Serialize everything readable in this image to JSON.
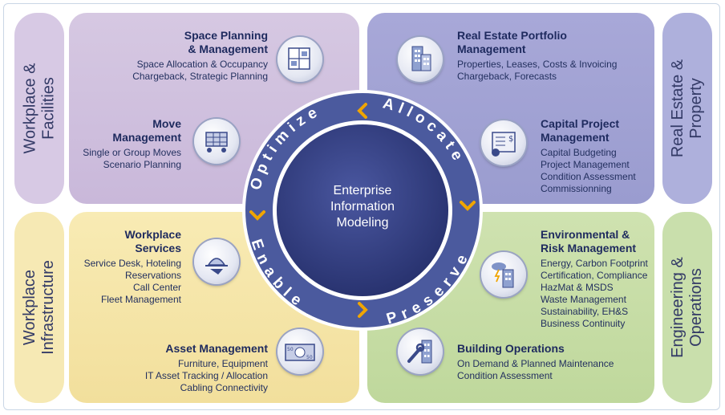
{
  "sides": {
    "top_left": [
      "Workplace &",
      "Facilities"
    ],
    "top_right": [
      "Real Estate &",
      "Property"
    ],
    "bottom_left": [
      "Workplace",
      "Infrastructure"
    ],
    "bottom_right": [
      "Engineering &",
      "Operations"
    ]
  },
  "center": [
    "Enterprise",
    "Information",
    "Modeling"
  ],
  "ring_words": [
    "Optimize",
    "Allocate",
    "Preserve",
    "Enable"
  ],
  "blocks": {
    "space_planning": {
      "title": [
        "Space Planning",
        "& Management"
      ],
      "desc": [
        "Space Allocation & Occupancy",
        "Chargeback, Strategic Planning"
      ]
    },
    "move": {
      "title": [
        "Move",
        "Management"
      ],
      "desc": [
        "Single or Group Moves",
        "Scenario Planning"
      ]
    },
    "real_estate": {
      "title": [
        "Real Estate Portfolio",
        "Management"
      ],
      "desc": [
        "Properties, Leases, Costs & Invoicing",
        "Chargeback, Forecasts"
      ]
    },
    "capital": {
      "title": [
        "Capital Project",
        "Management"
      ],
      "desc": [
        "Capital Budgeting",
        "Project Management",
        "Condition Assessment",
        "Commissionning"
      ]
    },
    "workplace_services": {
      "title": [
        "Workplace",
        "Services"
      ],
      "desc": [
        "Service Desk, Hoteling",
        "Reservations",
        "Call Center",
        "Fleet Management"
      ]
    },
    "asset": {
      "title": [
        "Asset Management"
      ],
      "desc": [
        "Furniture, Equipment",
        "IT Asset Tracking / Allocation",
        "Cabling Connectivity"
      ]
    },
    "environmental": {
      "title": [
        "Environmental &",
        "Risk Management"
      ],
      "desc": [
        "Energy, Carbon Footprint",
        "Certification, Compliance",
        "HazMat & MSDS",
        "Waste Management",
        "Sustainability, EH&S",
        "Business Continuity"
      ]
    },
    "building_ops": {
      "title": [
        "Building Operations"
      ],
      "desc": [
        "On Demand & Planned Maintenance",
        "Condition Assessment"
      ]
    }
  },
  "colors": {
    "ring": "#4b5a9e",
    "hub": "#2f3b7c",
    "chevron": "#f0a500",
    "title_text": "#1e2a5e"
  },
  "icons": {
    "space_planning": "floorplan-icon",
    "move": "cart-icon",
    "real_estate": "building-icon",
    "capital": "invoice-icon",
    "workplace_services": "service-bell-icon",
    "asset": "banknote-icon",
    "environmental": "storm-building-icon",
    "building_ops": "wrench-building-icon"
  }
}
